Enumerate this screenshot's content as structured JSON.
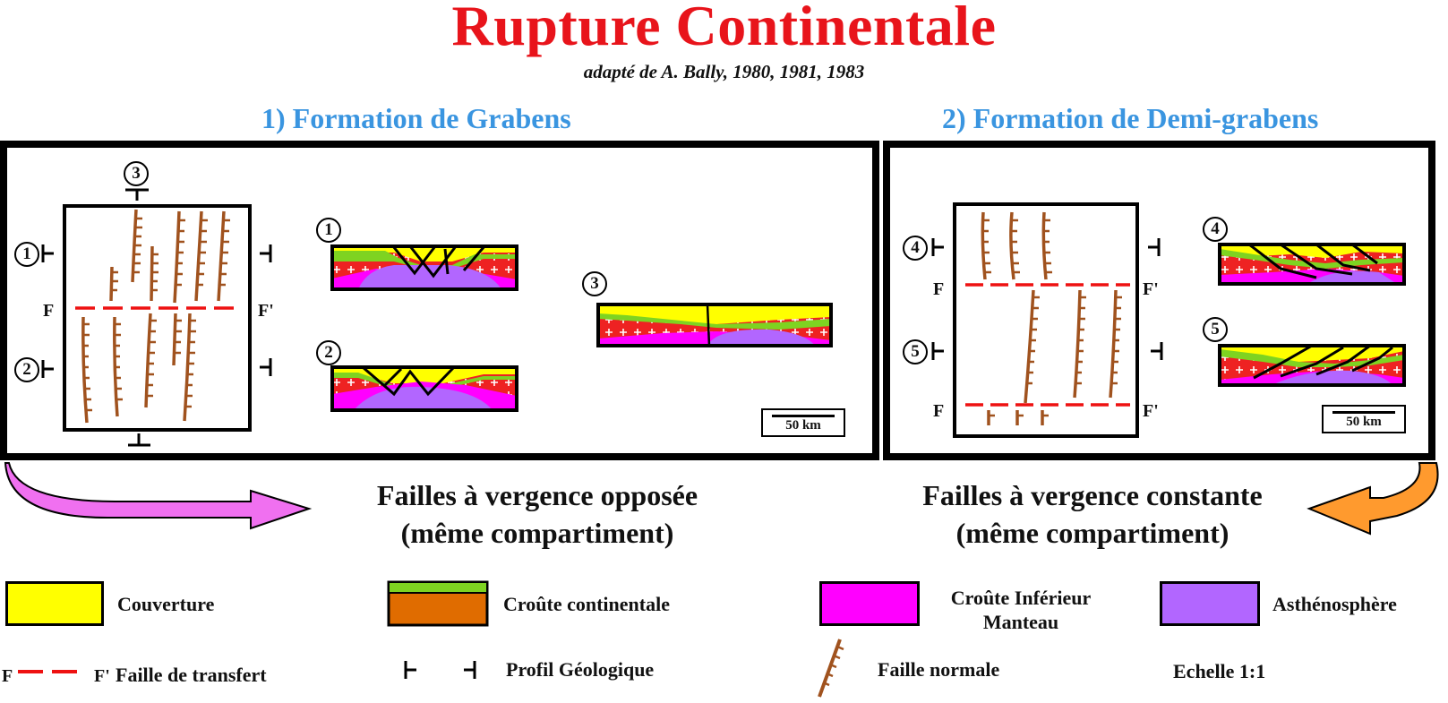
{
  "header": {
    "title": "Rupture Continentale",
    "subtitle": "adapté de A. Bally, 1980, 1981, 1983"
  },
  "sections": {
    "grabens": {
      "title": "1) Formation de Grabens",
      "map_labels": {
        "f": "F",
        "f_prime": "F'",
        "profile_1": "1",
        "profile_2": "2",
        "profile_3": "3"
      },
      "cross_sections": [
        "1",
        "2",
        "3"
      ],
      "scale_label": "50 km",
      "conclusion_line1": "Failles à vergence opposée",
      "conclusion_line2": "(même compartiment)",
      "arrow_color": "#f070f0"
    },
    "demi_grabens": {
      "title": "2) Formation de Demi-grabens",
      "map_labels": {
        "f_top": "F",
        "f_prime_top": "F'",
        "f_bottom": "F",
        "f_prime_bottom": "F'",
        "profile_4": "4",
        "profile_5": "5"
      },
      "cross_sections": [
        "4",
        "5"
      ],
      "scale_label": "50 km",
      "conclusion_line1": "Failles à vergence constante",
      "conclusion_line2": "(même compartiment)",
      "arrow_color": "#ff9a2e"
    }
  },
  "legend": {
    "couverture": "Couverture",
    "croute_continentale": "Croûte continentale",
    "croute_inferieur_line1": "Croûte Inférieur",
    "croute_inferieur_line2": "Manteau",
    "asthenosphere": "Asthénosphère",
    "faille_transfert_f": "F",
    "faille_transfert_fprime": "F'",
    "faille_transfert": "Faille de transfert",
    "profil": "Profil Géologique",
    "faille_normale": "Faille normale",
    "echelle": "Echelle 1:1"
  },
  "colors": {
    "title": "#e8141b",
    "section_title": "#3a95e0",
    "couverture": "#ffff00",
    "croute_top": "#7ed321",
    "croute_continentale": "#e06c00",
    "crust_red": "#ee2222",
    "croute_inferieur": "#ff00ff",
    "asthenosphere": "#b266ff",
    "fault": "#a0521e",
    "transfer_fault": "#e11"
  }
}
